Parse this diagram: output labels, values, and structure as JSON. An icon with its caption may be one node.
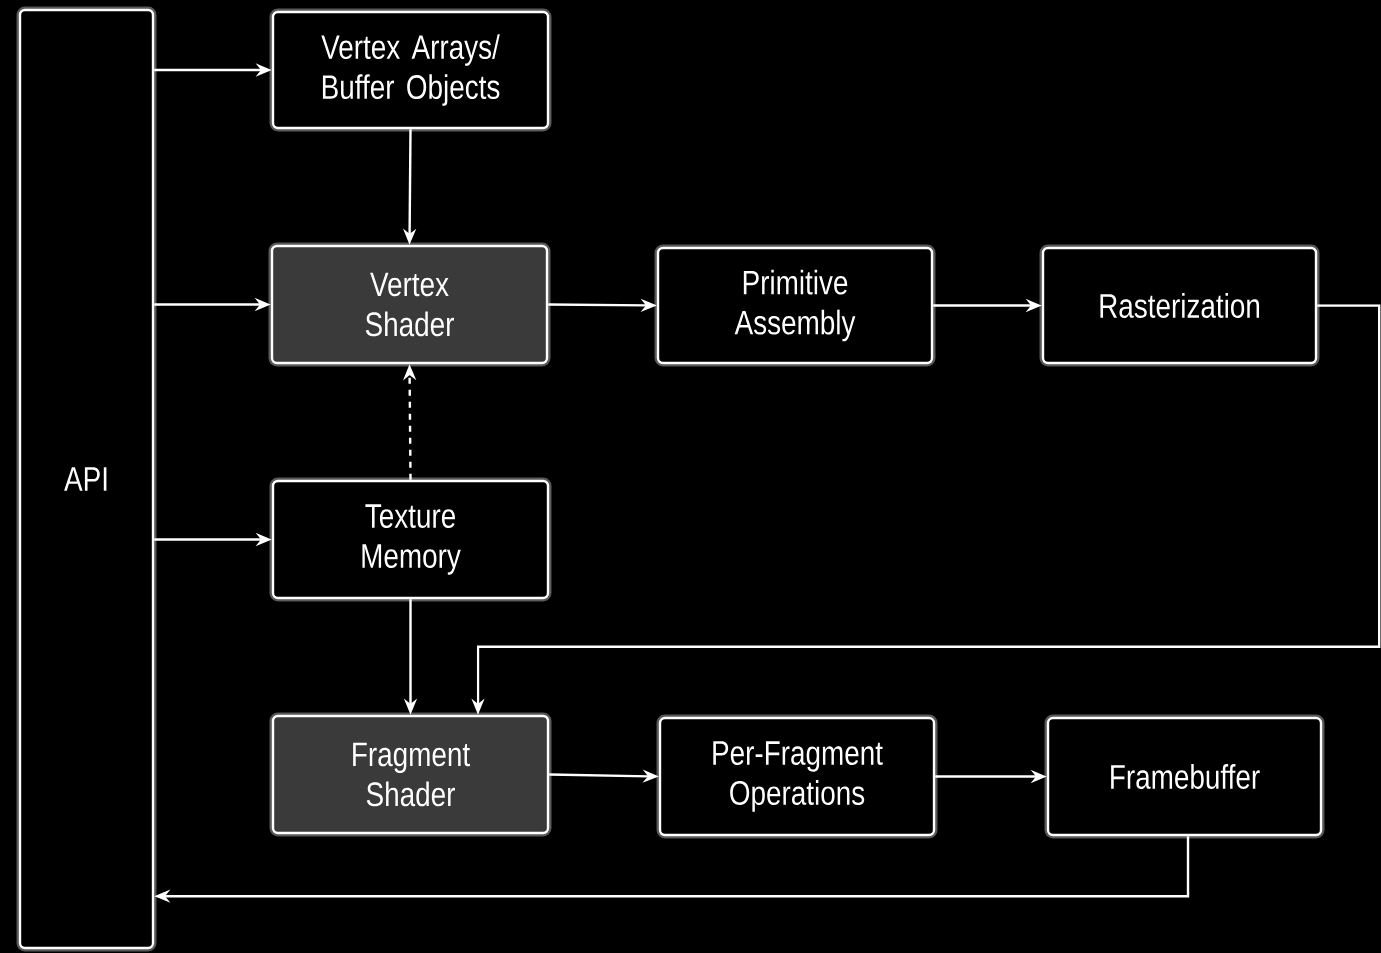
{
  "diagram": {
    "nodes": [
      {
        "text": [
          "API"
        ]
      },
      {
        "text": [
          "Vertex Arrays/ Buffer Objects"
        ]
      },
      {
        "text": [
          "Vertex Shader"
        ]
      },
      {
        "text": [
          "Primitive Assembly"
        ]
      },
      {
        "text": [
          "Rasterization"
        ]
      },
      {
        "text": [
          "Texture Memory"
        ]
      },
      {
        "text": [
          "Fragment Shader"
        ]
      },
      {
        "text": [
          "Per-Fragment Operations"
        ]
      },
      {
        "text": [
          "Framebuffer"
        ]
      }
    ],
    "edges": [
      {
        "from": 0,
        "to": 1,
        "arrow": "to"
      },
      {
        "from": 1,
        "to": 2,
        "arrow": "to"
      },
      {
        "from": 0,
        "to": 2,
        "arrow": "to"
      },
      {
        "from": 2,
        "to": 3,
        "arrow": "to"
      },
      {
        "from": 3,
        "to": 4,
        "arrow": "to"
      },
      {
        "from": 5,
        "to": 2,
        "arrow": "to",
        "style": "dashed"
      },
      {
        "from": 0,
        "to": 5,
        "arrow": "to"
      },
      {
        "from": 5,
        "to": 6,
        "arrow": "to"
      },
      {
        "from": 4,
        "to": 6,
        "arrow": "to"
      },
      {
        "from": 6,
        "to": 7,
        "arrow": "to"
      },
      {
        "from": 7,
        "to": 8,
        "arrow": "to"
      },
      {
        "from": 8,
        "to": 0,
        "arrow": "to"
      }
    ]
  }
}
